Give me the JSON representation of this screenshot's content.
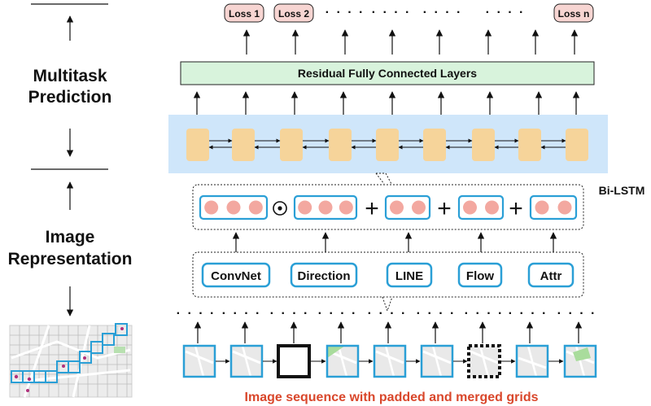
{
  "side_labels": {
    "multitask": [
      "Multitask",
      "Prediction"
    ],
    "image_rep": [
      "Image",
      "Representation"
    ]
  },
  "losses": [
    "Loss 1",
    "Loss 2",
    "Loss n"
  ],
  "fc_layer": "Residual Fully Connected Layers",
  "bilstm_label": "Bi-LSTM",
  "features": [
    "ConvNet",
    "Direction",
    "LINE",
    "Flow",
    "Attr"
  ],
  "operators": [
    "⊙",
    "+",
    "+",
    "+"
  ],
  "ellipsis": "· · · ·",
  "caption": "Image sequence with padded and merged grids",
  "colors": {
    "loss_fill": "#f7d5d2",
    "fc_fill": "#d8f3dc",
    "lstm_band": "#cfe6fa",
    "lstm_cell": "#f6d49a",
    "blue_border": "#2a9fd6",
    "embed_circle": "#f3a8a0",
    "caption_red": "#d9472b"
  }
}
